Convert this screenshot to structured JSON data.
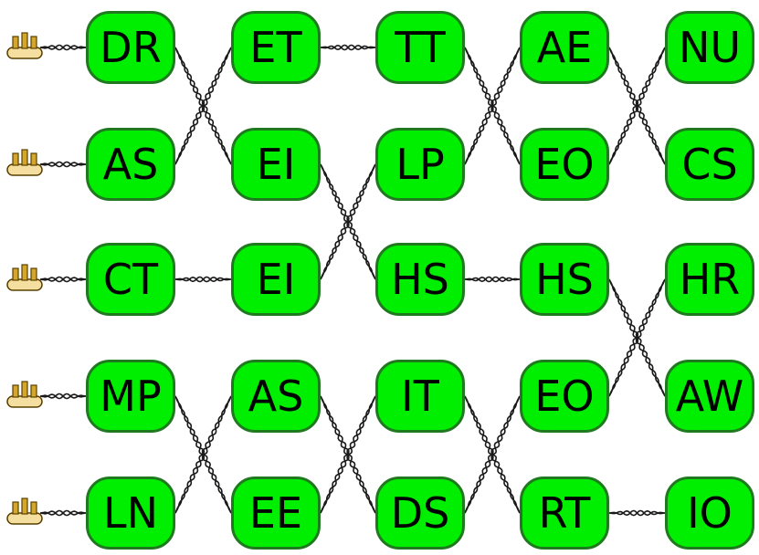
{
  "grid": [
    [
      "DR",
      "ET",
      "TT",
      "AE",
      "NU"
    ],
    [
      "AS",
      "EI",
      "LP",
      "EO",
      "CS"
    ],
    [
      "CT",
      "EI",
      "HS",
      "HS",
      "HR"
    ],
    [
      "MP",
      "AS",
      "IT",
      "EO",
      "AW"
    ],
    [
      "LN",
      "EE",
      "DS",
      "RT",
      "IO"
    ]
  ],
  "connections": [
    [
      [
        0,
        0
      ],
      [
        1,
        1
      ]
    ],
    [
      [
        1,
        0
      ],
      [
        0,
        1
      ]
    ],
    [
      [
        0,
        1
      ],
      [
        0,
        2
      ]
    ],
    [
      [
        0,
        2
      ],
      [
        1,
        3
      ]
    ],
    [
      [
        1,
        2
      ],
      [
        0,
        3
      ]
    ],
    [
      [
        0,
        3
      ],
      [
        1,
        4
      ]
    ],
    [
      [
        1,
        3
      ],
      [
        0,
        4
      ]
    ],
    [
      [
        1,
        1
      ],
      [
        2,
        2
      ]
    ],
    [
      [
        2,
        1
      ],
      [
        1,
        2
      ]
    ],
    [
      [
        2,
        0
      ],
      [
        2,
        1
      ]
    ],
    [
      [
        2,
        2
      ],
      [
        2,
        3
      ]
    ],
    [
      [
        2,
        3
      ],
      [
        3,
        4
      ]
    ],
    [
      [
        3,
        3
      ],
      [
        2,
        4
      ]
    ],
    [
      [
        3,
        0
      ],
      [
        4,
        1
      ]
    ],
    [
      [
        4,
        0
      ],
      [
        3,
        1
      ]
    ],
    [
      [
        3,
        1
      ],
      [
        4,
        2
      ]
    ],
    [
      [
        4,
        1
      ],
      [
        3,
        2
      ]
    ],
    [
      [
        3,
        2
      ],
      [
        4,
        3
      ]
    ],
    [
      [
        4,
        2
      ],
      [
        3,
        3
      ]
    ],
    [
      [
        4,
        3
      ],
      [
        4,
        4
      ]
    ]
  ],
  "colors": {
    "node_fill": "#00ee00",
    "node_border": "#1f7a1f",
    "wire": "#1a1a1a",
    "plug_fill": "#d4a72c",
    "plug_base": "#f5dfa0"
  },
  "icons": {
    "row_plug": "power-plug-icon"
  }
}
